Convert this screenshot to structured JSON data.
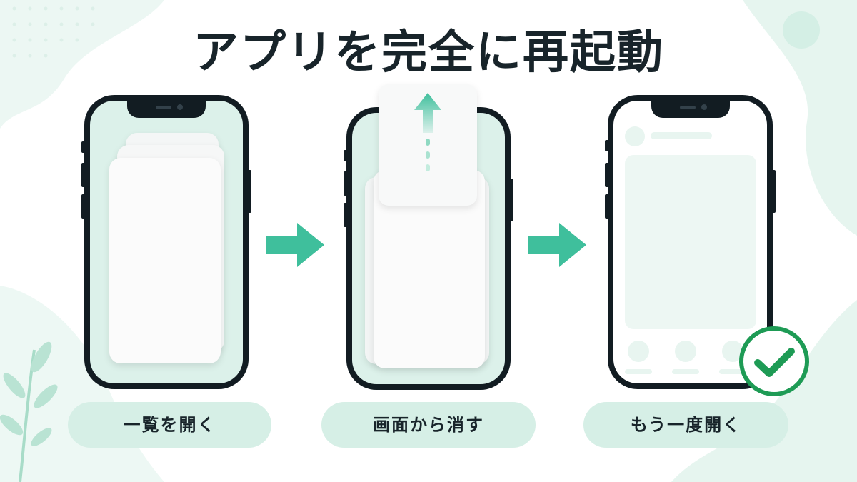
{
  "title": "アプリを完全に再起動",
  "steps": [
    {
      "label": "一覧を開く"
    },
    {
      "label": "画面から消す"
    },
    {
      "label": "もう一度開く"
    }
  ],
  "colors": {
    "accent": "#3fbf9c",
    "check": "#1e9b55",
    "label_bg": "#d6efe6",
    "phone_frame": "#121c22",
    "title_text": "#18242a"
  },
  "icons": [
    "right-arrow-icon",
    "up-arrow-icon",
    "check-circle-icon",
    "leaf-branch-icon"
  ]
}
